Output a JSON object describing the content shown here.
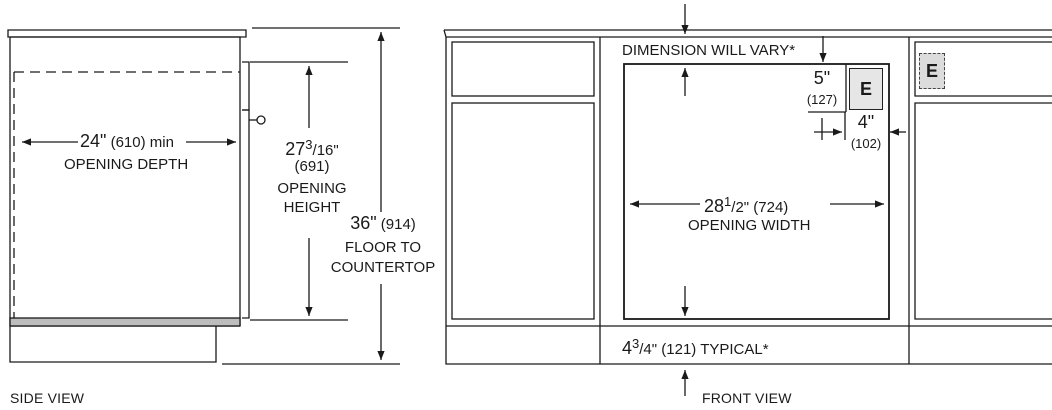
{
  "side_view": {
    "caption": "SIDE VIEW",
    "depth": {
      "main": "24\"",
      "metric": "(610) min",
      "label": "OPENING DEPTH"
    },
    "height": {
      "whole": "27",
      "num": "3",
      "den": "16",
      "inch": "\"",
      "metric": "(691)",
      "line1": "OPENING",
      "line2": "HEIGHT"
    },
    "floor": {
      "main": "36\"",
      "metric": "(914)",
      "line1": "FLOOR TO",
      "line2": "COUNTERTOP"
    }
  },
  "front_view": {
    "caption": "FRONT VIEW",
    "vary": "DIMENSION WILL VARY*",
    "width": {
      "whole": "28",
      "num": "1",
      "den": "2",
      "inch": "\"",
      "metric": "(724)",
      "label": "OPENING WIDTH"
    },
    "toe": {
      "whole": "4",
      "num": "3",
      "den": "4",
      "inch": "\"",
      "metric": "(121)",
      "label": "TYPICAL*"
    },
    "outlet_v": {
      "main": "5\"",
      "metric": "(127)"
    },
    "outlet_h": {
      "main": "4\"",
      "metric": "(102)"
    },
    "outlet_letter": "E",
    "outlet_letter_alt": "E"
  }
}
